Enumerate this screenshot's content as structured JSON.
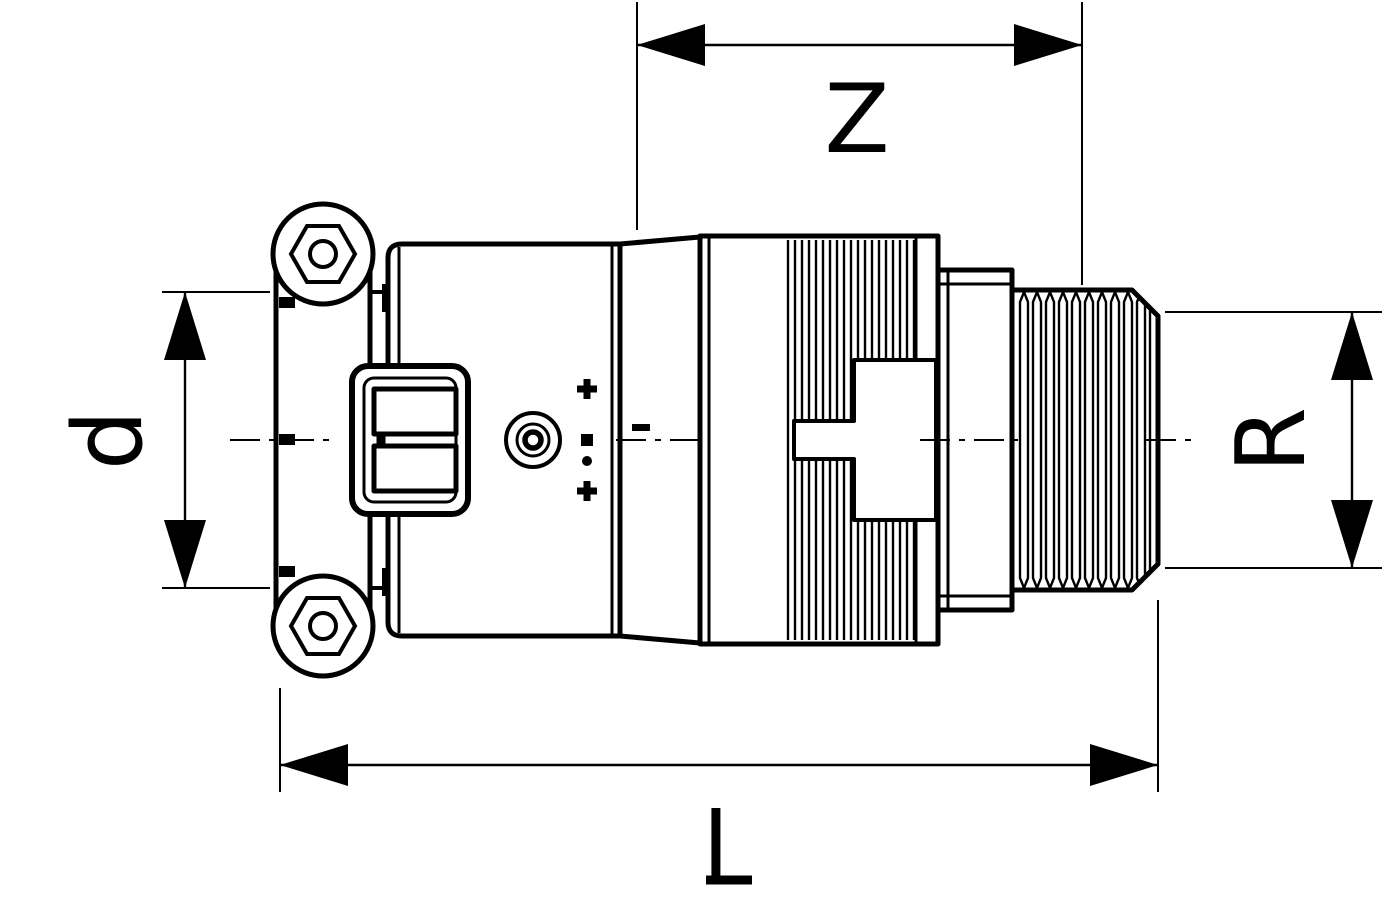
{
  "drawing": {
    "type": "technical-dimension-drawing",
    "dimensions": {
      "z": "Z",
      "d": "d",
      "r": "R",
      "l": "l"
    },
    "colors": {
      "line": "#000000",
      "background": "#ffffff"
    }
  }
}
